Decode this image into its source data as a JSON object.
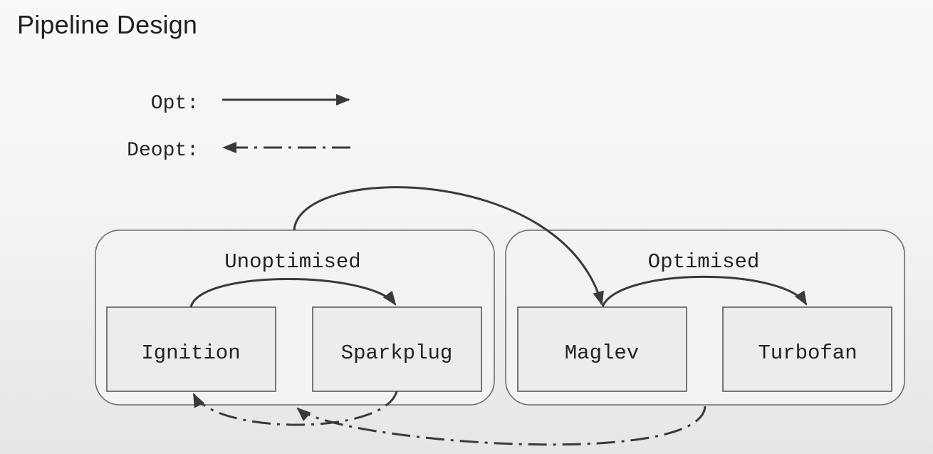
{
  "title": "Pipeline Design",
  "legend": {
    "opt_label": "Opt:",
    "deopt_label": "Deopt:"
  },
  "groups": {
    "unoptimised": "Unoptimised",
    "optimised": "Optimised"
  },
  "nodes": {
    "ignition": "Ignition",
    "sparkplug": "Sparkplug",
    "maglev": "Maglev",
    "turbofan": "Turbofan"
  },
  "colors": {
    "edge": "#3a3a3a",
    "box_stroke": "#6d6d6d"
  }
}
